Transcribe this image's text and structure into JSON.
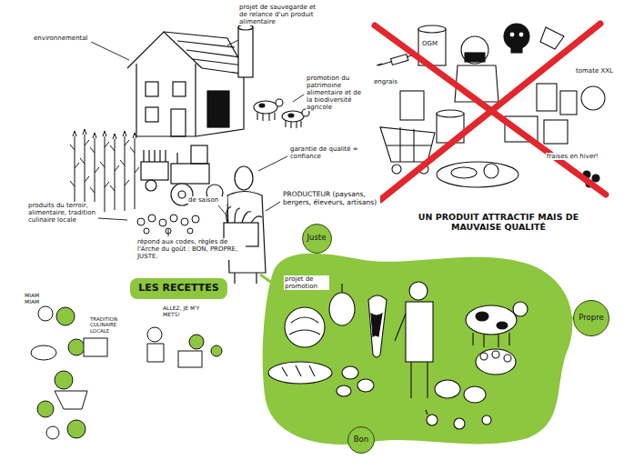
{
  "diagram": {
    "nodes": [
      {
        "text": [
          "Juste"
        ]
      },
      {
        "text": [
          "LES RECETTES"
        ]
      },
      {
        "text": [
          "Propre"
        ]
      },
      {
        "text": [
          "Bon"
        ]
      }
    ],
    "labels": [
      "environnemental",
      "projet de sauvegarde et de relance d'un produit alimentaire",
      "promotion du patrimoine alimentaire et de la biodiversité agricole",
      "garantie de qualité = confiance",
      "PRODUCTEUR (paysans, bergers, éleveurs, artisans)",
      "de saison",
      "produits du terroir, alimentaire, tradition culinaire locale",
      "répond aux codes, règles de l'Arche du goût : BON, PROPRE, JUSTE.",
      "projet de promotion",
      "OGM",
      "engrais",
      "tomate XXL",
      "fraises en hiver!",
      "UN PRODUIT ATTRACTIF MAIS DE MAUVAISE QUALITÉ",
      "MIAM MIAM",
      "TRADITION CULINAIRE LOCALE",
      "ALLEZ, JE M'Y METS!"
    ]
  }
}
